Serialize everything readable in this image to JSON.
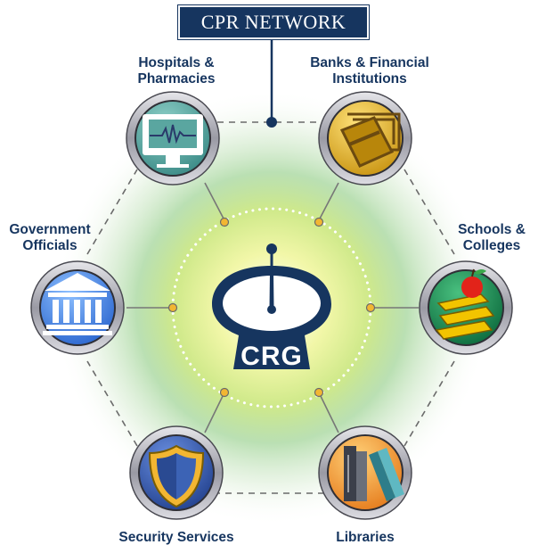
{
  "network": {
    "title": "CPR NETWORK",
    "center_label": "CRG"
  },
  "nodes": [
    {
      "id": "hospitals",
      "icon": "monitor-heartbeat-icon",
      "lines": [
        "Hospitals &",
        "Pharmacies"
      ],
      "color": "#5aa6a0"
    },
    {
      "id": "banks",
      "icon": "card-slot-icon",
      "lines": [
        "Banks & Financial",
        "Institutions"
      ],
      "color": "#e0b23a"
    },
    {
      "id": "schools",
      "icon": "books-apple-icon",
      "lines": [
        "Schools &",
        "Colleges"
      ],
      "color": "#1e8f5a"
    },
    {
      "id": "libraries",
      "icon": "library-books-icon",
      "lines": [
        "Libraries"
      ],
      "color": "#f0a03c"
    },
    {
      "id": "security",
      "icon": "shield-icon",
      "lines": [
        "Security Services"
      ],
      "color": "#3c63b5"
    },
    {
      "id": "government",
      "icon": "government-building-icon",
      "lines": [
        "Government",
        "Officials"
      ],
      "color": "#3f7fe0"
    }
  ],
  "colors": {
    "navy": "#16355f",
    "connector_dot": "#f2b632",
    "line": "#666666",
    "ring": "#b8b8c0"
  }
}
